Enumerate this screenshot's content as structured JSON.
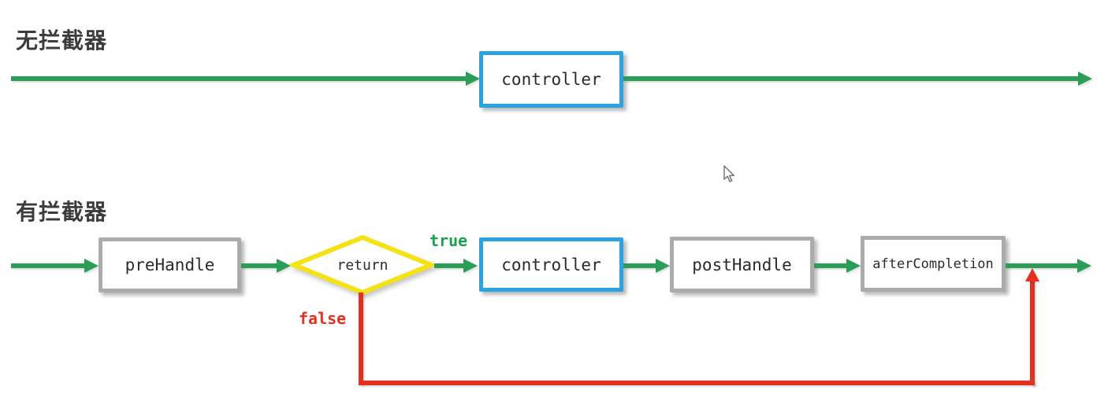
{
  "headings": {
    "no_interceptor": "无拦截器",
    "with_interceptor": "有拦截器"
  },
  "top_flow": {
    "controller": "controller"
  },
  "bottom_flow": {
    "prehandle": "preHandle",
    "decision": "return",
    "true_label": "true",
    "false_label": "false",
    "controller": "controller",
    "posthandle": "postHandle",
    "aftercompletion": "afterCompletion"
  },
  "colors": {
    "arrow_green": "#2a9d56",
    "box_blue": "#2ba3e0",
    "box_gray": "#ababab",
    "diamond_yellow": "#f5e216",
    "path_red": "#e6301f",
    "true_text": "#1d9e50",
    "heading_text": "#3c3c3c"
  }
}
